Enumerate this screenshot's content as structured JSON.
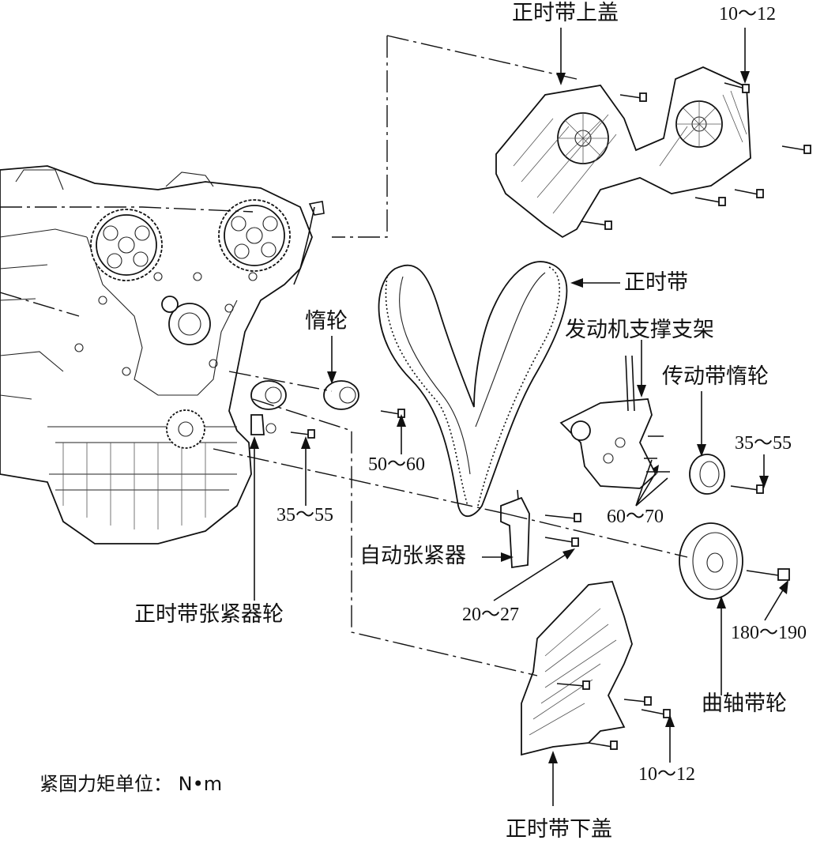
{
  "labels": {
    "upper_cover": "正时带上盖",
    "timing_belt": "正时带",
    "idler": "惰轮",
    "engine_bracket": "发动机支撑支架",
    "drive_belt_idler": "传动带惰轮",
    "auto_tensioner": "自动张紧器",
    "tensioner_pulley": "正时带张紧器轮",
    "crank_pulley": "曲轴带轮",
    "lower_cover": "正时带下盖"
  },
  "torques": {
    "upper_cover_bolt": "10～12",
    "idler_bolt": "50～60",
    "tensioner_pulley_bolt": "35～55",
    "drive_idler_bolt": "35～55",
    "bracket_bolts": "60～70",
    "auto_tensioner_bolts": "20～27",
    "crank_bolt": "180～190",
    "lower_cover_bolt": "10～12"
  },
  "note": "紧固力矩单位： N•m"
}
